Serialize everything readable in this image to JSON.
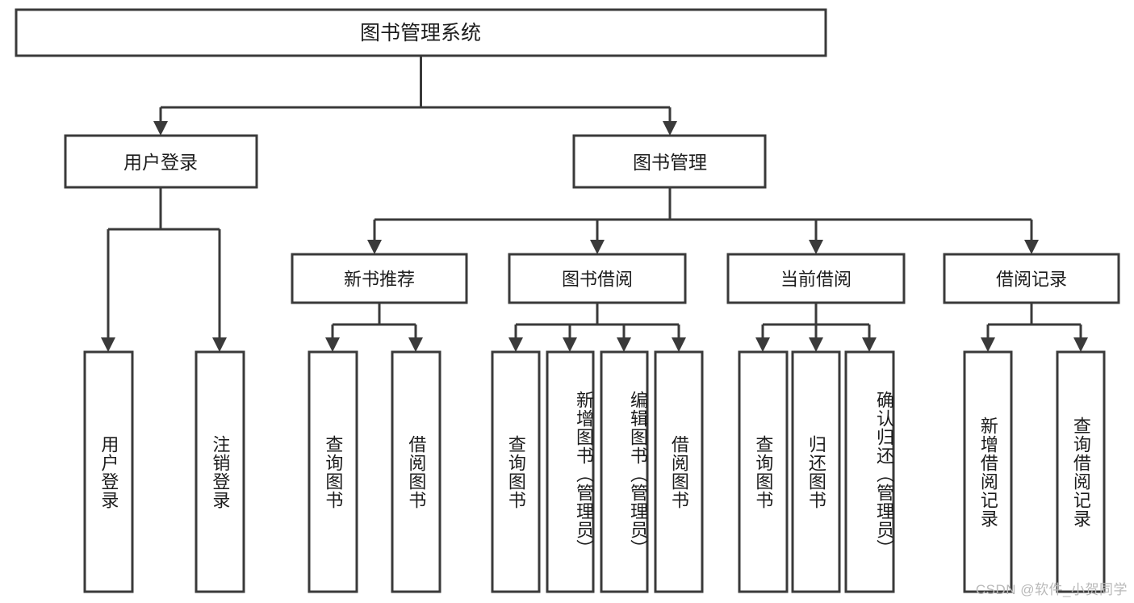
{
  "diagram": {
    "type": "tree-hierarchy",
    "title": "图书管理系统",
    "watermark": "CSDN @软件_小贺同学",
    "colors": {
      "box_stroke": "#3a3a3a",
      "box_fill": "#ffffff",
      "text": "#1c1c1c",
      "background": "#ffffff",
      "watermark_text": "#b9b9b9"
    },
    "levels": {
      "root": "图书管理系统",
      "level2": [
        "用户登录",
        "图书管理"
      ],
      "level3": [
        "新书推荐",
        "图书借阅",
        "当前借阅",
        "借阅记录"
      ]
    },
    "nodes": {
      "root": {
        "label": "图书管理系统"
      },
      "user_login": {
        "label": "用户登录"
      },
      "book_manage": {
        "label": "图书管理"
      },
      "new_book_rec": {
        "label": "新书推荐"
      },
      "book_borrow": {
        "label": "图书借阅"
      },
      "current_borrow": {
        "label": "当前借阅"
      },
      "borrow_record": {
        "label": "借阅记录"
      }
    },
    "leaves": {
      "user_login": [
        {
          "label": "用户登录"
        },
        {
          "label": "注销登录"
        }
      ],
      "new_book_rec": [
        {
          "label": "查询图书"
        },
        {
          "label": "借阅图书"
        }
      ],
      "book_borrow": [
        {
          "label": "查询图书"
        },
        {
          "label": "新增图书（管理员）"
        },
        {
          "label": "编辑图书（管理员）"
        },
        {
          "label": "借阅图书"
        }
      ],
      "current_borrow": [
        {
          "label": "查询图书"
        },
        {
          "label": "归还图书"
        },
        {
          "label": "确认归还（管理员）"
        }
      ],
      "borrow_record": [
        {
          "label": "新增借阅记录"
        },
        {
          "label": "查询借阅记录"
        }
      ]
    },
    "edges": [
      {
        "from": "图书管理系统",
        "to": "用户登录"
      },
      {
        "from": "图书管理系统",
        "to": "图书管理"
      },
      {
        "from": "用户登录",
        "to": "用户登录"
      },
      {
        "from": "用户登录",
        "to": "注销登录"
      },
      {
        "from": "图书管理",
        "to": "新书推荐"
      },
      {
        "from": "图书管理",
        "to": "图书借阅"
      },
      {
        "from": "图书管理",
        "to": "当前借阅"
      },
      {
        "from": "图书管理",
        "to": "借阅记录"
      },
      {
        "from": "新书推荐",
        "to": "查询图书"
      },
      {
        "from": "新书推荐",
        "to": "借阅图书"
      },
      {
        "from": "图书借阅",
        "to": "查询图书"
      },
      {
        "from": "图书借阅",
        "to": "新增图书（管理员）"
      },
      {
        "from": "图书借阅",
        "to": "编辑图书（管理员）"
      },
      {
        "from": "图书借阅",
        "to": "借阅图书"
      },
      {
        "from": "当前借阅",
        "to": "查询图书"
      },
      {
        "from": "当前借阅",
        "to": "归还图书"
      },
      {
        "from": "当前借阅",
        "to": "确认归还（管理员）"
      },
      {
        "from": "借阅记录",
        "to": "新增借阅记录"
      },
      {
        "from": "借阅记录",
        "to": "查询借阅记录"
      }
    ]
  }
}
